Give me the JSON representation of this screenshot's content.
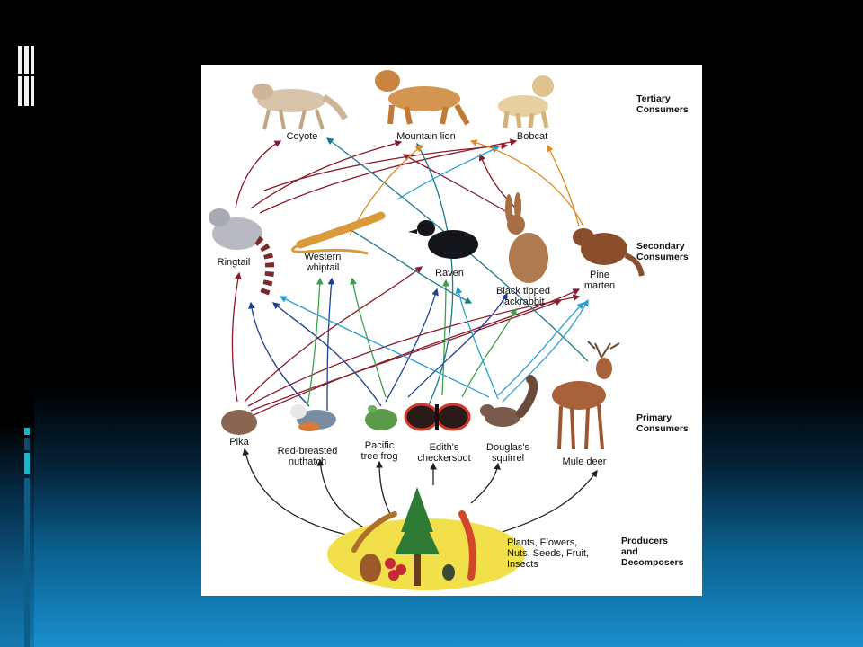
{
  "slide": {
    "colors": {
      "top": "#000000",
      "bottom": "#1a8fcf",
      "accent": "#17b6c9"
    }
  },
  "food_web": {
    "levels": {
      "tertiary": [
        "Tertiary",
        "Consumers"
      ],
      "secondary": [
        "Secondary",
        "Consumers"
      ],
      "primary": [
        "Primary",
        "Consumers"
      ],
      "producers": [
        "Producers",
        "and",
        "Decomposers"
      ]
    },
    "organisms": {
      "coyote": [
        "Coyote"
      ],
      "mountain_lion": [
        "Mountain lion"
      ],
      "bobcat": [
        "Bobcat"
      ],
      "ringtail": [
        "Ringtail"
      ],
      "western_whiptail": [
        "Western",
        "whiptail"
      ],
      "raven": [
        "Raven"
      ],
      "jackrabbit": [
        "Black tipped",
        "jackrabbit"
      ],
      "pine_marten": [
        "Pine",
        "marten"
      ],
      "pika": [
        "Pika"
      ],
      "nuthatch": [
        "Red-breasted",
        "nuthatch"
      ],
      "tree_frog": [
        "Pacific",
        "tree frog"
      ],
      "checkerspot": [
        "Edith's",
        "checkerspot"
      ],
      "squirrel": [
        "Douglas's",
        "squirrel"
      ],
      "mule_deer": [
        "Mule deer"
      ],
      "producers": [
        "Plants, Flowers,",
        "Nuts, Seeds, Fruit,",
        "Insects"
      ]
    },
    "arrow_colors": {
      "red": "#8b1a2a",
      "blue": "#1f3f8f",
      "teal": "#1a7a8a",
      "green": "#3aa04a",
      "orange": "#e08a20",
      "black": "#222222"
    }
  }
}
